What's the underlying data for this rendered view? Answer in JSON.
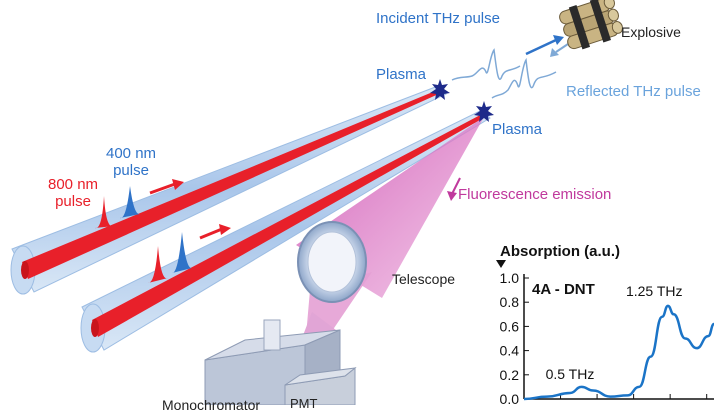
{
  "labels": {
    "incident_pulse": "Incident THz pulse",
    "explosive": "Explosive",
    "plasma_top": "Plasma",
    "plasma_bottom": "Plasma",
    "reflected_pulse": "Reflected THz pulse",
    "pulse_400": "400 nm\npulse",
    "pulse_800": "800 nm\npulse",
    "fluorescence": "Fluorescence emission",
    "telescope": "Telescope",
    "bottom_left": "Monochromator",
    "pmt": "PMT"
  },
  "colors": {
    "beam_red": "#e8202a",
    "beam_sheath": "#b9d3ee",
    "plasma": "#1d2a8a",
    "fluorescence": "#c0399d",
    "thz_blue": "#2f73c8",
    "curve": "#1b74c7"
  },
  "chart_data": {
    "type": "line",
    "title": "Absorption (a.u.)",
    "series": [
      {
        "name": "4A - DNT",
        "x": [
          0.0,
          0.2,
          0.4,
          0.5,
          0.6,
          0.75,
          0.9,
          1.0,
          1.1,
          1.2,
          1.25,
          1.3,
          1.4,
          1.5,
          1.6,
          1.65
        ],
        "values": [
          0.0,
          0.02,
          0.05,
          0.1,
          0.07,
          0.02,
          0.03,
          0.1,
          0.35,
          0.68,
          0.77,
          0.7,
          0.5,
          0.42,
          0.52,
          0.62
        ]
      }
    ],
    "yticks": [
      "0.0",
      "0.2",
      "0.4",
      "0.6",
      "0.8",
      "1.0"
    ],
    "ylim": [
      0,
      1.0
    ],
    "xlim": [
      0,
      1.65
    ],
    "annotations": [
      {
        "text": "0.5 THz",
        "x": 0.5,
        "y": 0.1
      },
      {
        "text": "1.25 THz",
        "x": 1.25,
        "y": 0.77
      }
    ],
    "grid": false
  }
}
